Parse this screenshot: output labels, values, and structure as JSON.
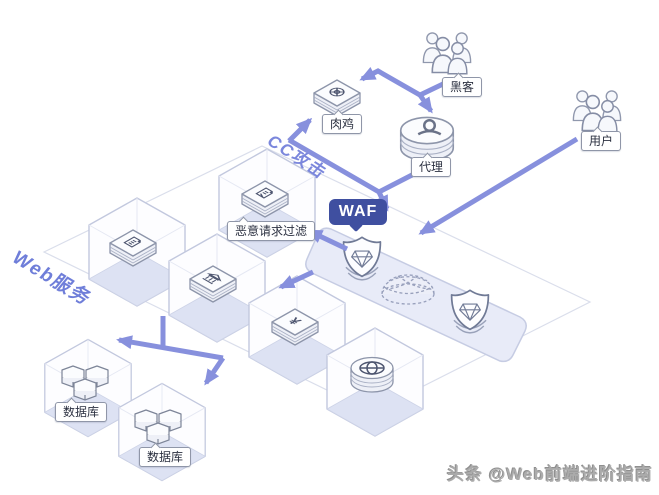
{
  "diagram": {
    "nodes": {
      "hacker": "黑客",
      "user": "用户",
      "zombie": "肉鸡",
      "proxy": "代理",
      "waf_badge": "WAF",
      "filter": "恶意请求过滤",
      "database_1": "数据库",
      "database_2": "数据库"
    },
    "zones": {
      "cc_attack": "CC攻击",
      "web_service": "Web服务"
    },
    "watermark": "头条 @Web前端进阶指南",
    "colors": {
      "arrow": "#8790dd",
      "badge": "#3f4fa0",
      "zone_text": "#7484d9",
      "tile_fill": "#dde2f3",
      "plate_fill": "#e8ebf8"
    }
  }
}
